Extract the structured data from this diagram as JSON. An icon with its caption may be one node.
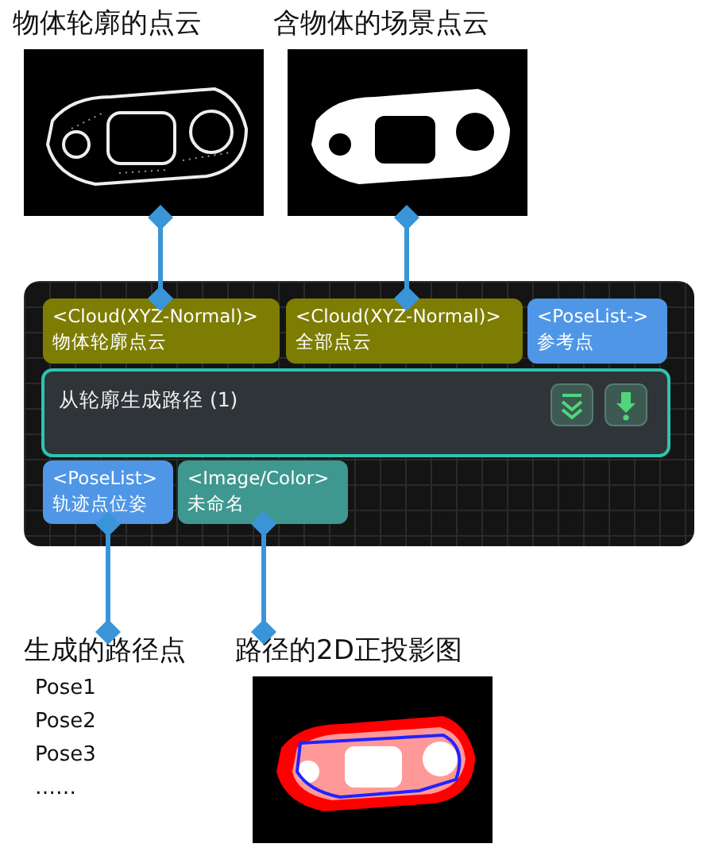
{
  "diagram": {
    "nodes": [
      {
        "text": [
          "物体轮廓的点云"
        ]
      },
      {
        "text": [
          "含物体的场景点云"
        ]
      },
      {
        "text": [
          "从轮廓生成路径 (1)"
        ]
      },
      {
        "text": [
          "<Cloud(XYZ-Normal)>",
          "物体轮廓点云"
        ]
      },
      {
        "text": [
          "<Cloud(XYZ-Normal)>",
          "全部点云"
        ]
      },
      {
        "text": [
          "<PoseList->",
          "参考点"
        ]
      },
      {
        "text": [
          "<PoseList>",
          "轨迹点位姿"
        ]
      },
      {
        "text": [
          "<Image/Color>",
          "未命名"
        ]
      },
      {
        "text": [
          "生成的路径点",
          "Pose1",
          "Pose2",
          "Pose3",
          "……"
        ]
      },
      {
        "text": [
          "路径的2D正投影图"
        ]
      }
    ],
    "edges": [
      {
        "from": 0,
        "to": 3,
        "arrow": "other"
      },
      {
        "from": 1,
        "to": 4,
        "arrow": "other"
      },
      {
        "from": 6,
        "to": 8,
        "arrow": "other"
      },
      {
        "from": 7,
        "to": 9,
        "arrow": "other"
      }
    ]
  }
}
